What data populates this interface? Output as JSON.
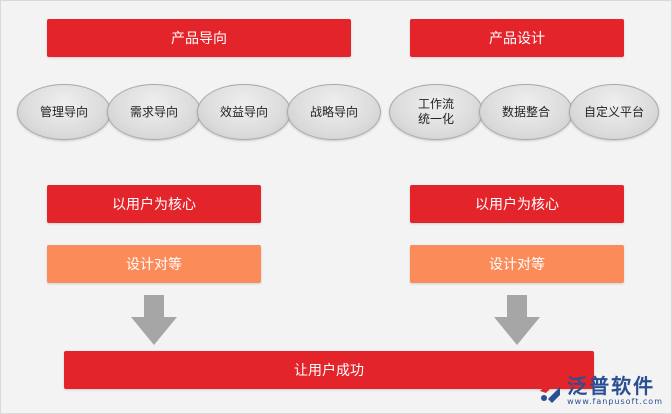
{
  "left": {
    "header": "产品导向",
    "ovals": [
      "管理导向",
      "需求导向",
      "效益导向",
      "战略导向"
    ],
    "core": "以用户为核心",
    "design": "设计对等"
  },
  "right": {
    "header": "产品设计",
    "ovals": [
      "工作流统一化",
      "数据整合",
      "自定义平台"
    ],
    "core": "以用户为核心",
    "design": "设计对等"
  },
  "bottom": "让用户成功",
  "logo": {
    "name": "泛普软件",
    "url": "www.fanpusoft.com"
  },
  "colors": {
    "red": "#e3242b",
    "orange": "#fb8c5a",
    "arrow_gray": "#a6a6a6",
    "brand_blue": "#2a4f95"
  }
}
